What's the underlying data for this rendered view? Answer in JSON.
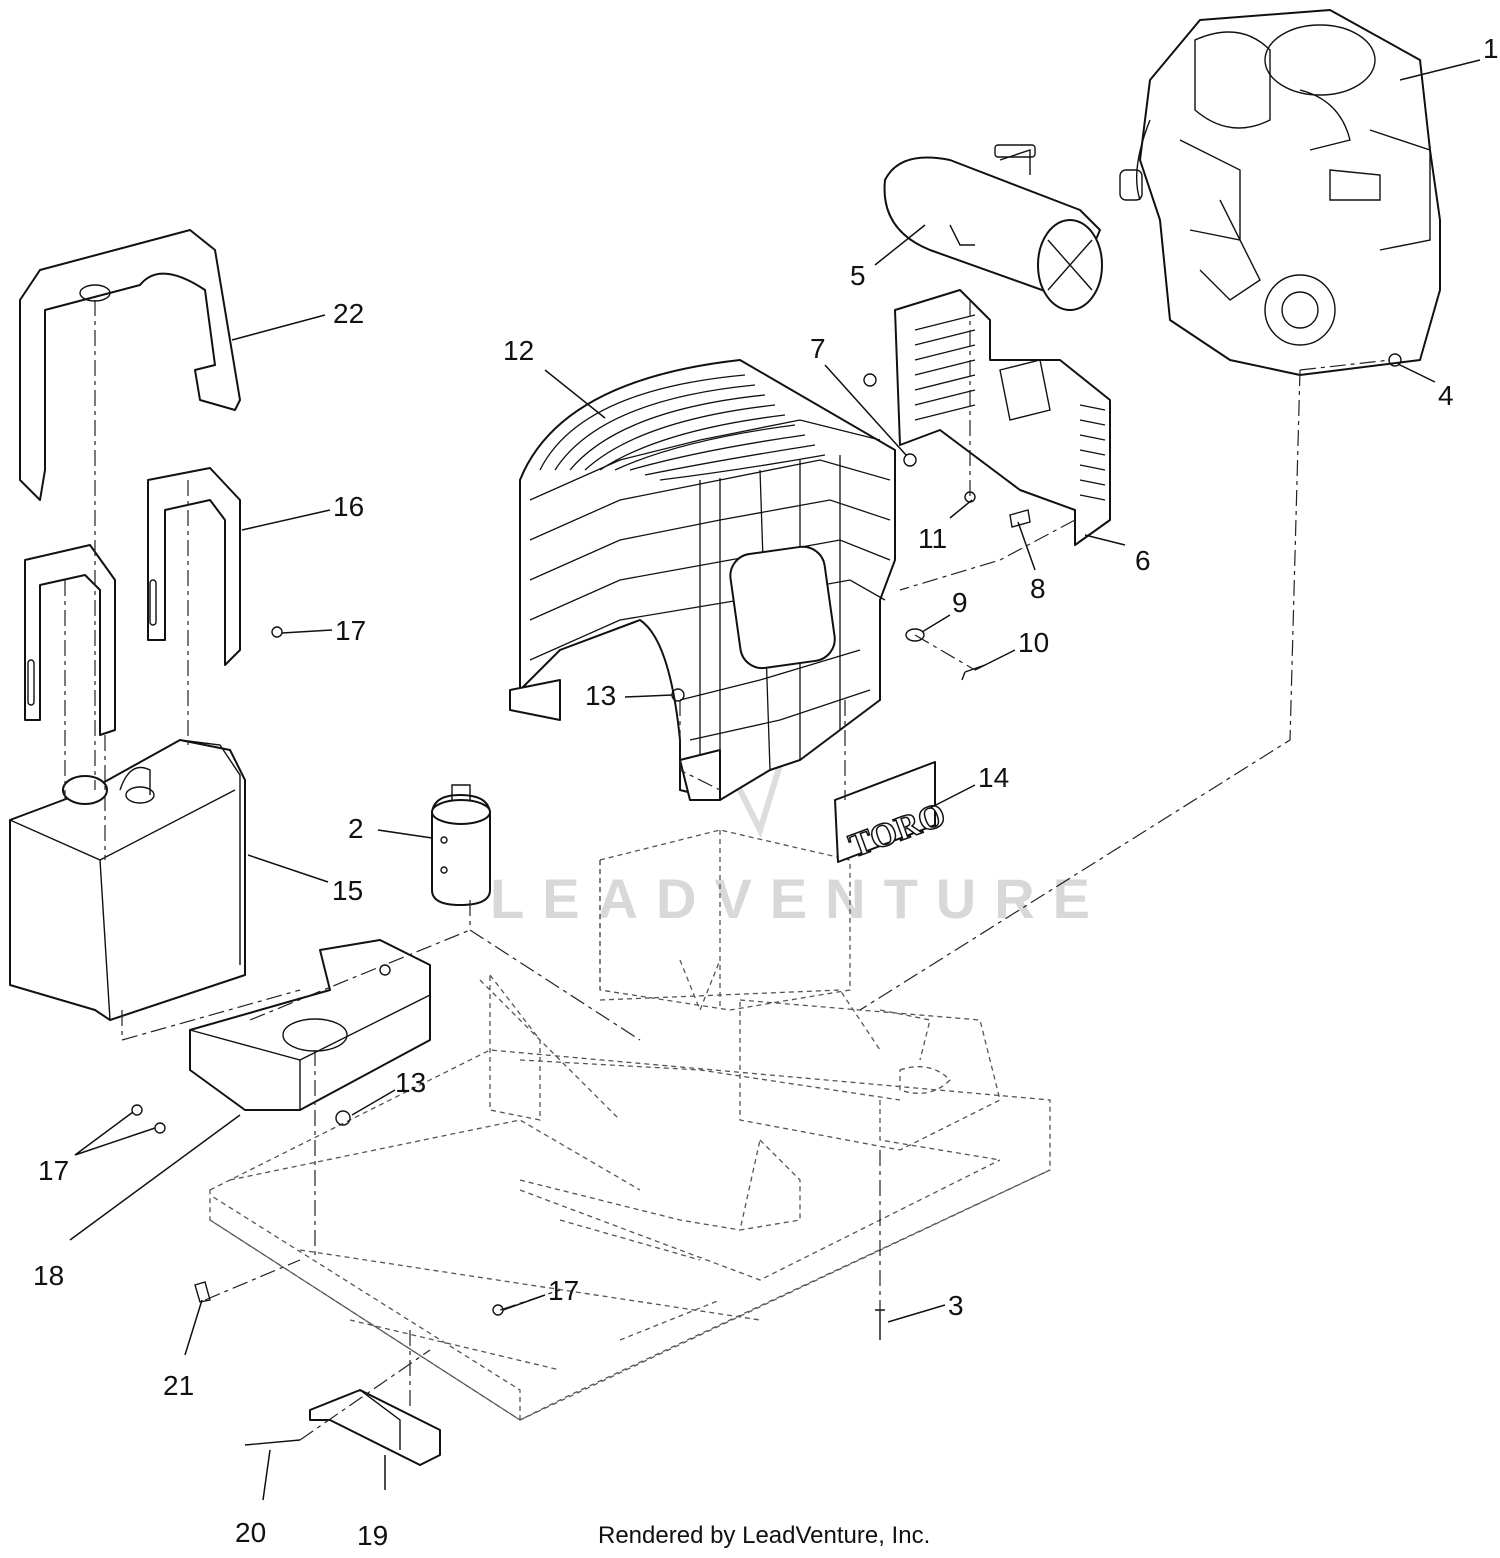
{
  "diagram": {
    "watermark": "LEADVENTURE",
    "credit": "Rendered by LeadVenture, Inc.",
    "decal_text": "TORO",
    "callouts": [
      {
        "id": "c1",
        "label": "1"
      },
      {
        "id": "c2",
        "label": "2"
      },
      {
        "id": "c3",
        "label": "3"
      },
      {
        "id": "c4",
        "label": "4"
      },
      {
        "id": "c5",
        "label": "5"
      },
      {
        "id": "c6",
        "label": "6"
      },
      {
        "id": "c7",
        "label": "7"
      },
      {
        "id": "c8",
        "label": "8"
      },
      {
        "id": "c9",
        "label": "9"
      },
      {
        "id": "c10",
        "label": "10"
      },
      {
        "id": "c11",
        "label": "11"
      },
      {
        "id": "c12",
        "label": "12"
      },
      {
        "id": "c13a",
        "label": "13"
      },
      {
        "id": "c13b",
        "label": "13"
      },
      {
        "id": "c14",
        "label": "14"
      },
      {
        "id": "c15",
        "label": "15"
      },
      {
        "id": "c16",
        "label": "16"
      },
      {
        "id": "c17a",
        "label": "17"
      },
      {
        "id": "c17b",
        "label": "17"
      },
      {
        "id": "c17c",
        "label": "17"
      },
      {
        "id": "c18",
        "label": "18"
      },
      {
        "id": "c19",
        "label": "19"
      },
      {
        "id": "c20",
        "label": "20"
      },
      {
        "id": "c21",
        "label": "21"
      },
      {
        "id": "c22",
        "label": "22"
      }
    ]
  }
}
